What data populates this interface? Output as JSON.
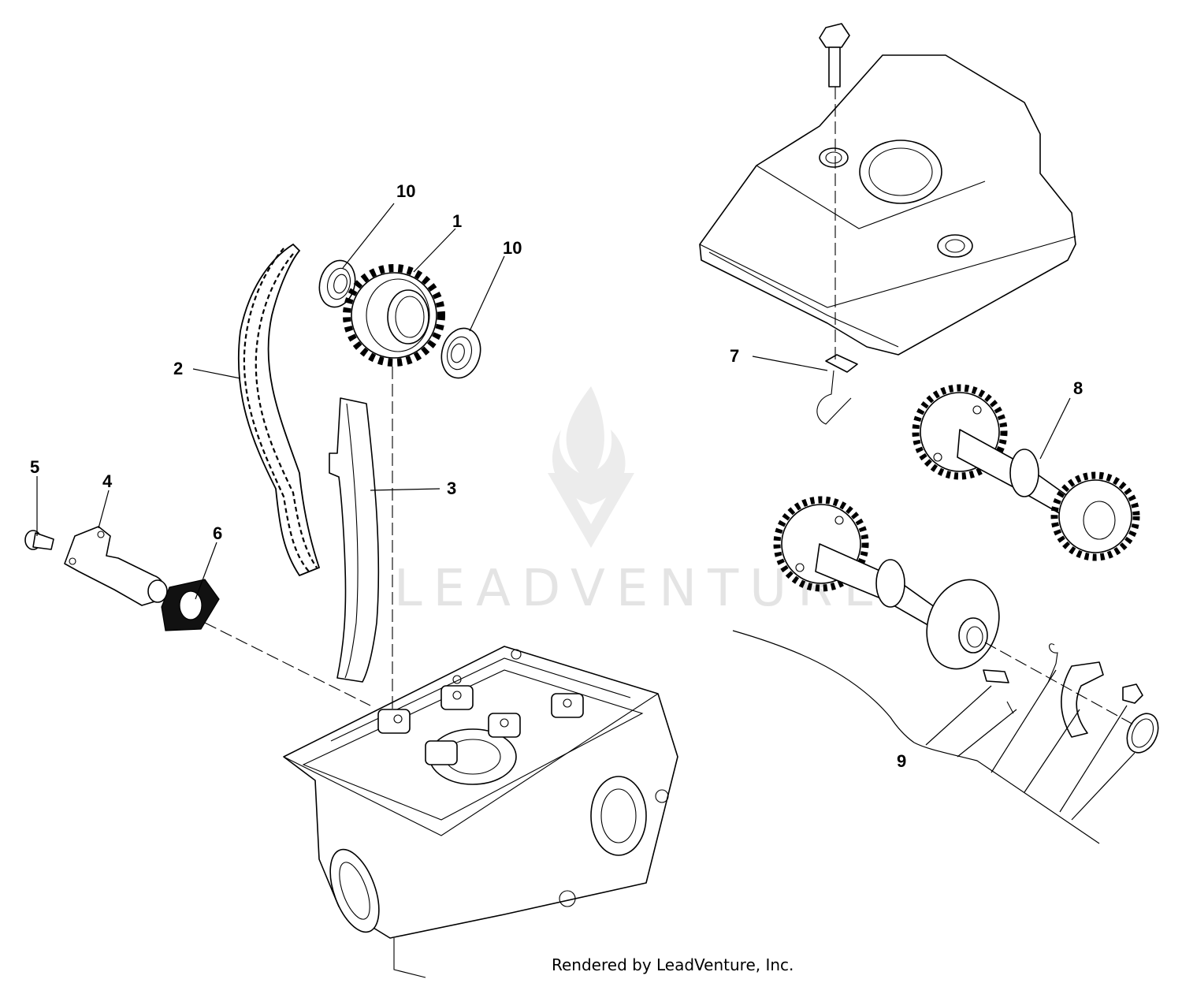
{
  "callouts": {
    "c1": "1",
    "c2": "2",
    "c3": "3",
    "c4": "4",
    "c5": "5",
    "c6": "6",
    "c7": "7",
    "c8": "8",
    "c9": "9",
    "c10a": "10",
    "c10b": "10"
  },
  "watermark": {
    "text": "LEADVENTURE"
  },
  "footer": {
    "text": "Rendered by LeadVenture, Inc."
  }
}
